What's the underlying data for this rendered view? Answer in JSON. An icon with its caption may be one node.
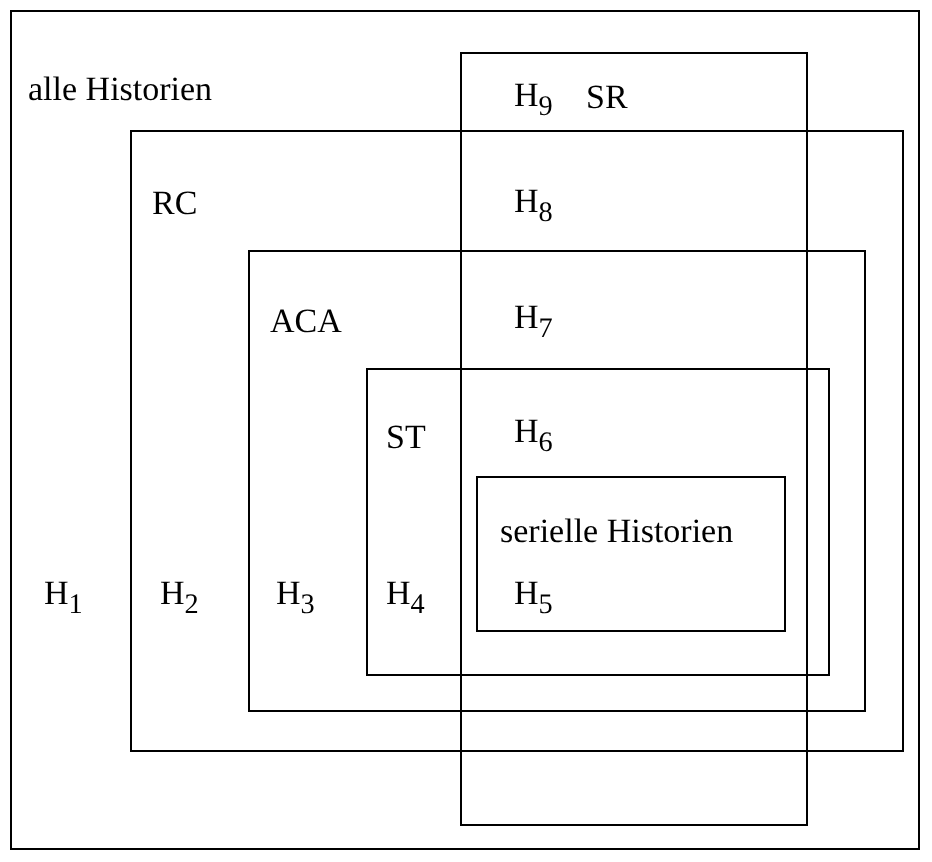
{
  "diagram": {
    "nodes": [
      {
        "text": [
          "alle Historien"
        ]
      },
      {
        "text": [
          "RC"
        ],
        "in": 0
      },
      {
        "text": [
          "ACA"
        ],
        "in": 1
      },
      {
        "text": [
          "ST"
        ],
        "in": 2
      },
      {
        "text": [
          "serielle Historien"
        ]
      },
      {
        "text": [
          "SR"
        ],
        "in": 0
      }
    ],
    "labels": [
      "H$_{9}$",
      "H$_{8}$",
      "H$_{7}$",
      "H$_{6}$",
      "H$_{1}$",
      "H$_{2}$",
      "H$_{3}$",
      "H$_{4}$",
      "H$_{5}$"
    ]
  }
}
